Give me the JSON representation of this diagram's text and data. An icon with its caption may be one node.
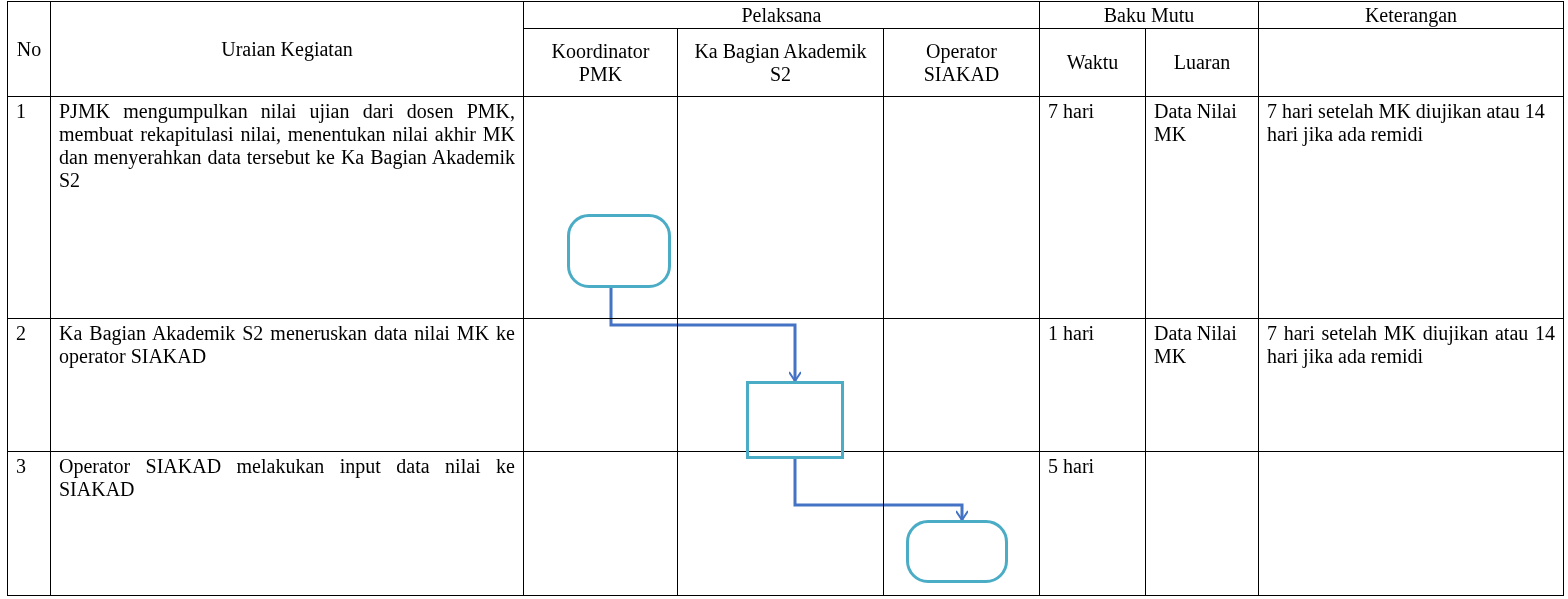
{
  "diagram": {
    "nodes": [
      {
        "text": [],
        "shape": "capsule"
      },
      {
        "text": [],
        "shape": "box"
      },
      {
        "text": [],
        "shape": "capsule"
      }
    ],
    "edges": [
      {
        "from": 0,
        "to": 1,
        "arrow": "to"
      },
      {
        "from": 1,
        "to": 2,
        "arrow": "to"
      }
    ],
    "labels": [
      "No",
      "Uraian Kegiatan",
      "Pelaksana",
      "Baku Mutu",
      "Keterangan",
      "Koordinator PMK",
      "Ka Bagian Akademik S2",
      "Operator SIAKAD",
      "Waktu",
      "Luaran",
      "1",
      "PJMK mengumpulkan nilai ujian dari dosen PMK, membuat rekapitulasi nilai, menentukan nilai akhir MK dan menyerahkan data tersebut ke Ka Bagian Akademik S2",
      "7 hari",
      "Data Nilai MK",
      "7 hari setelah MK diujikan atau 14 hari jika ada remidi",
      "2",
      "Ka Bagian Akademik S2 meneruskan data nilai MK ke operator SIAKAD",
      "1 hari",
      "Data Nilai MK",
      "7 hari setelah MK diujikan atau 14 hari jika ada remidi",
      "3",
      "Operator SIAKAD melakukan input data nilai ke SIAKAD",
      "5 hari"
    ]
  }
}
